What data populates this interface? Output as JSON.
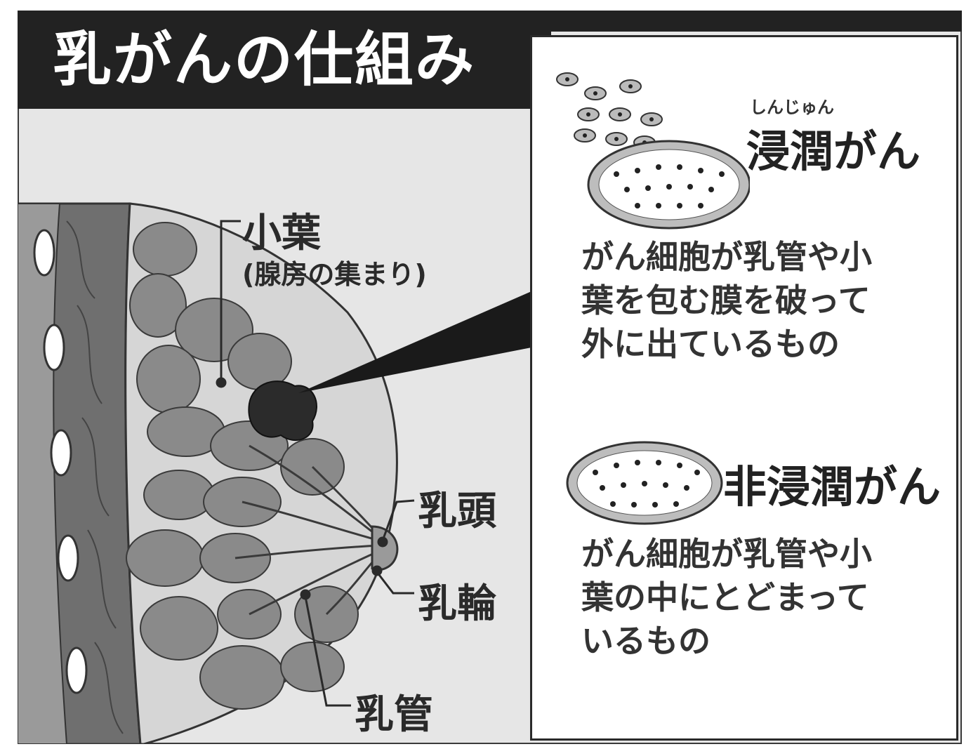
{
  "title": "乳がんの仕組み",
  "anatomy_labels": {
    "lobule": "小葉",
    "lobule_note": "(腺房の集まり)",
    "nipple": "乳頭",
    "areola": "乳輪",
    "milk_duct": "乳管"
  },
  "invasive": {
    "ruby": "しんじゅん",
    "heading": "浸潤がん",
    "description": "がん細胞が乳管や小\n葉を包む膜を破って\n外に出ているもの"
  },
  "noninvasive": {
    "heading": "非浸潤がん",
    "description": "がん細胞が乳管や小\n葉の中にとどまって\nいるもの"
  },
  "colors": {
    "title_bar": "#222222",
    "tissue": "#8a8a8a",
    "tumor": "#2b2b2b",
    "background": "#e6e6e6"
  }
}
